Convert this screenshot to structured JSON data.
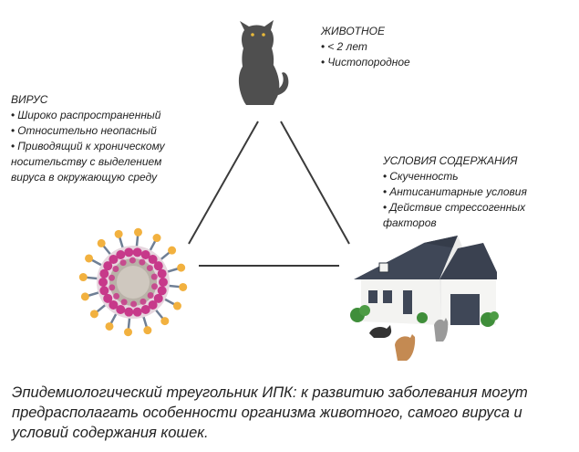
{
  "animal": {
    "title": "ЖИВОТНОЕ",
    "bullet": "•",
    "items": [
      "< 2 лет",
      "Чистопородное"
    ]
  },
  "virus": {
    "title": "ВИРУС",
    "bullet": "•",
    "items": [
      "Широко распространенный",
      "Относительно неопасный",
      "Приводящий к хроническому носительству с выделением вируса в окружающую среду"
    ]
  },
  "conditions": {
    "title": "УСЛОВИЯ СОДЕРЖАНИЯ",
    "bullet": "•",
    "items": [
      "Скученность",
      "Антисанитарные условия",
      "Действие стрессогенных факторов"
    ]
  },
  "caption": "Эпидемиологический треугольник ИПК: к развитию заболевания могут предрасполагать особенности организма животного, самого вируса и условий содержания кошек.",
  "colors": {
    "line": "#3a3a3a",
    "cat": "#4f4f4f",
    "virus_pink": "#c7398a",
    "virus_orange": "#f2b13f",
    "virus_spike": "#6f7f95",
    "virus_core": "#b9b2a8",
    "roof": "#3f4757",
    "wall": "#f3f3f1",
    "bush": "#3f8e3a"
  },
  "icons": [
    "cat-icon",
    "virus-icon",
    "house-icon"
  ]
}
